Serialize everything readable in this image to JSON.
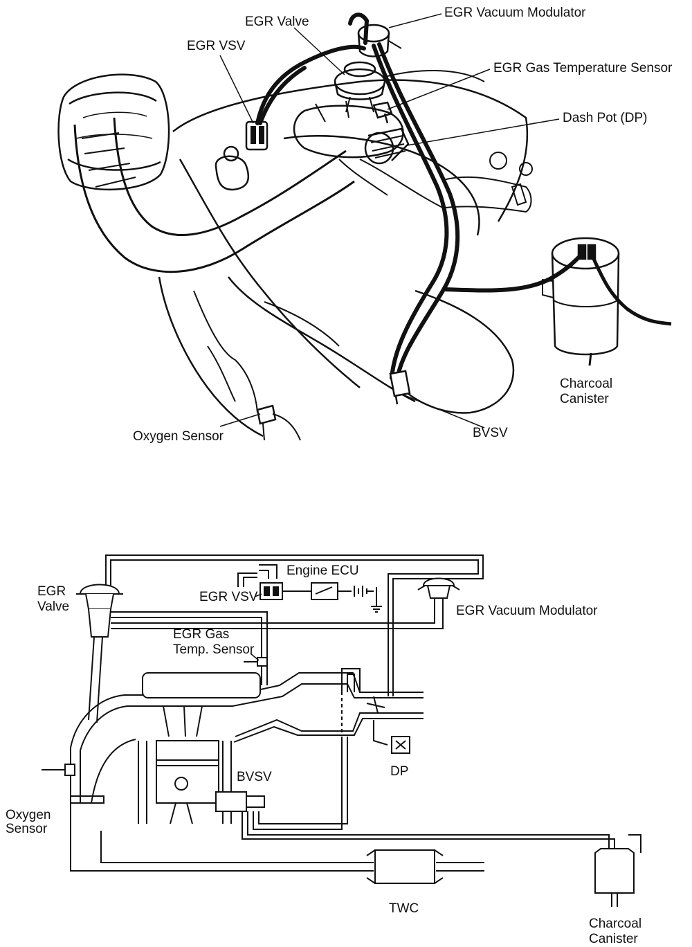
{
  "top_view": {
    "labels": {
      "egr_vacuum_modulator": "EGR Vacuum Modulator",
      "egr_valve": "EGR Valve",
      "egr_vsv": "EGR VSV",
      "egr_gas_temperature_sensor": "EGR Gas Temperature Sensor",
      "dash_pot": "Dash Pot (DP)",
      "charcoal_canister_line1": "Charcoal",
      "charcoal_canister_line2": "Canister",
      "oxygen_sensor": "Oxygen Sensor",
      "bvsv": "BVSV"
    }
  },
  "schematic": {
    "labels": {
      "egr_valve_line1": "EGR",
      "egr_valve_line2": "Valve",
      "engine_ecu": "Engine ECU",
      "egr_vsv": "EGR VSV",
      "egr_vacuum_modulator": "EGR Vacuum Modulator",
      "egr_gas_temp_line1": "EGR Gas",
      "egr_gas_temp_line2": "Temp. Sensor",
      "bvsv": "BVSV",
      "dp": "DP",
      "oxygen_sensor_line1": "Oxygen",
      "oxygen_sensor_line2": "Sensor",
      "twc": "TWC",
      "charcoal_canister_line1": "Charcoal",
      "charcoal_canister_line2": "Canister"
    }
  }
}
